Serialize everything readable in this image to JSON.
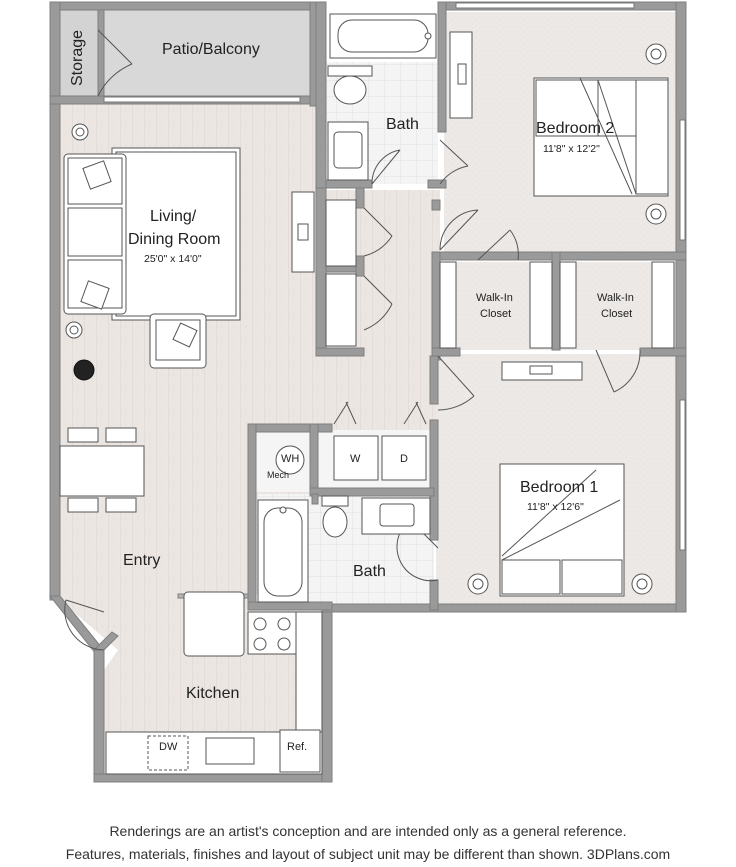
{
  "rooms": {
    "storage": "Storage",
    "patio": "Patio/Balcony",
    "bath_top": "Bath",
    "bedroom2": {
      "name": "Bedroom 2",
      "dims": "11'8\" x 12'2\""
    },
    "living": {
      "line1": "Living/",
      "line2": "Dining Room",
      "dims": "25'0\" x 14'0\""
    },
    "walkin_left": {
      "line1": "Walk-In",
      "line2": "Closet"
    },
    "walkin_right": {
      "line1": "Walk-In",
      "line2": "Closet"
    },
    "wh": "WH",
    "mech": "Mech",
    "washer": "W",
    "dryer": "D",
    "bedroom1": {
      "name": "Bedroom 1",
      "dims": "11'8\" x 12'6\""
    },
    "entry": "Entry",
    "bath_bottom": "Bath",
    "kitchen": "Kitchen",
    "dw": "DW",
    "ref": "Ref."
  },
  "disclaimer": {
    "line1": "Renderings are an artist's conception and are intended only as a general reference.",
    "line2": "Features, materials, finishes and layout of subject unit may be different than shown. 3DPlans.com"
  },
  "colors": {
    "wall": "#9a9a9a",
    "wall_edge": "#7d7d7d",
    "wood_floor": "#ece6e2",
    "carpet": "#ede9e7",
    "tile": "#f3f3f3",
    "patio": "#d6d6d6",
    "fixture": "#ffffff"
  }
}
